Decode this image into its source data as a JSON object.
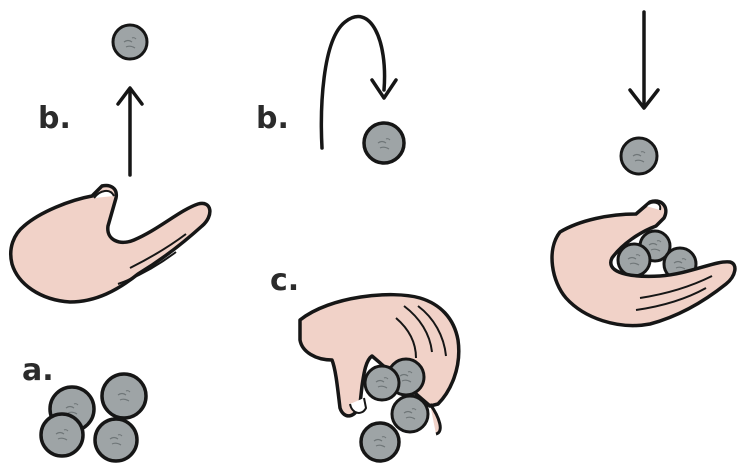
{
  "labels": {
    "step_a": "a.",
    "step_b_left": "b.",
    "step_b_middle": "b.",
    "step_c": "c."
  },
  "colors": {
    "skin": "#f1d2c8",
    "stone": "#9ea4a6",
    "stone_shadow": "#5f6668",
    "ink": "#161616",
    "background": "#ffffff"
  },
  "icons": {
    "up_arrow": "arrow-up-icon",
    "arc_arrow": "arc-arrow-icon",
    "down_arrow": "arrow-down-icon"
  }
}
